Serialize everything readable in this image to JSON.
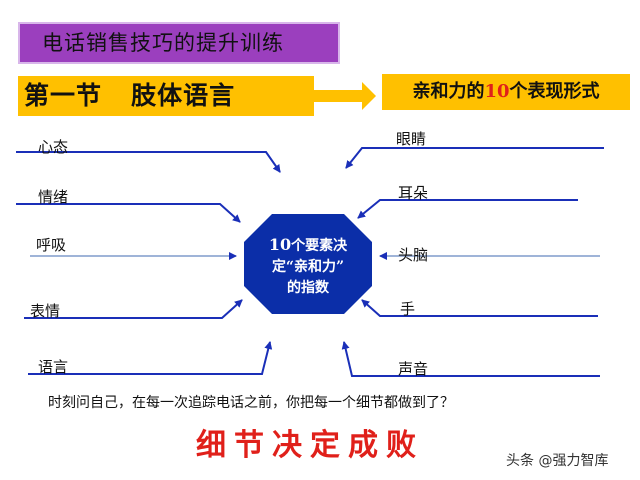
{
  "header": {
    "title": "电话销售技巧的提升训练",
    "section": "第一节   肢体语言",
    "subtitle_prefix": "亲和力的",
    "subtitle_number": "10",
    "subtitle_suffix": "个表现形式"
  },
  "center": {
    "line1_number": "10",
    "line1_text": "个要素决",
    "line2": "定“亲和力”",
    "line3": "的指数"
  },
  "left_factors": [
    "心态",
    "情绪",
    "呼吸",
    "表情",
    "语言"
  ],
  "right_factors": [
    "眼睛",
    "耳朵",
    "头脑",
    "手",
    "声音"
  ],
  "footer": {
    "question": "时刻问自己，在每一次追踪电话之前，你把每一个细节都做到了？",
    "motto": "细节决定成败",
    "watermark": "头条 @强力智库"
  },
  "colors": {
    "title_bg": "#9b3fbe",
    "highlight_bg": "#ffc000",
    "center_bg": "#0b2ea8",
    "line_color": "#1a2fb8",
    "accent_red": "#e0201a"
  }
}
